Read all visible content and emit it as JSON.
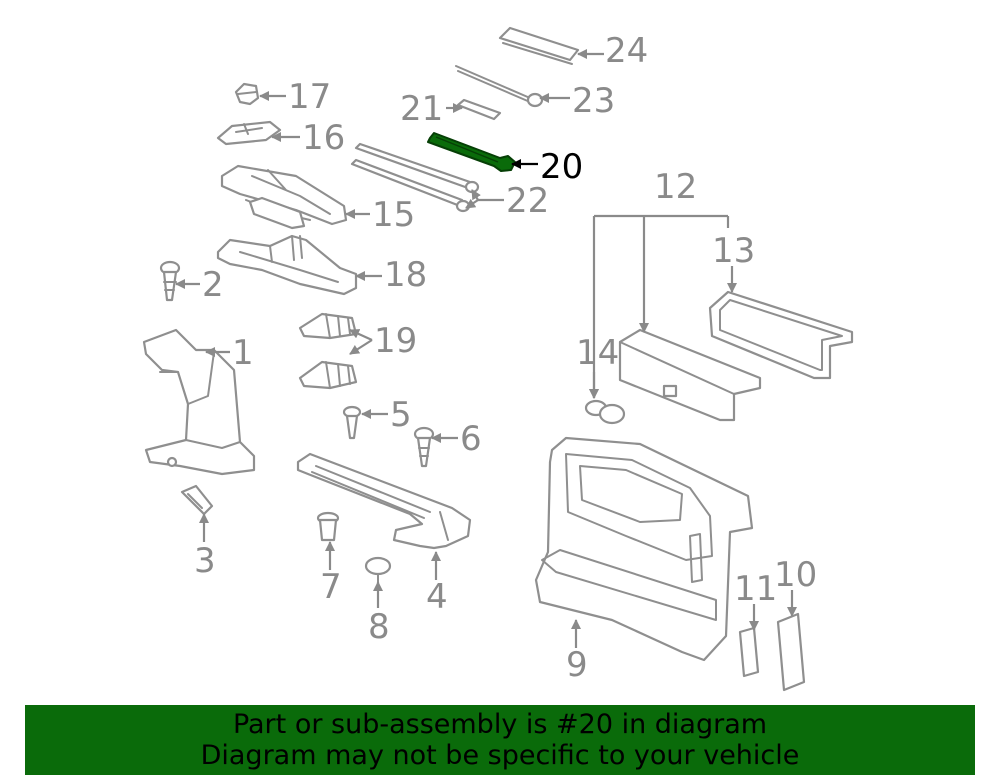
{
  "colors": {
    "part_stroke": "#8f8f8f",
    "callout_text": "#8a8a8a",
    "highlight_fill": "#0a6b0a",
    "highlight_text": "#000000",
    "banner_background": "#0a6b0a",
    "banner_text": "#000000"
  },
  "highlighted_part": "20",
  "callouts": [
    "1",
    "2",
    "3",
    "4",
    "5",
    "6",
    "7",
    "8",
    "9",
    "10",
    "11",
    "12",
    "13",
    "14",
    "15",
    "16",
    "17",
    "18",
    "19",
    "20",
    "21",
    "22",
    "23",
    "24"
  ],
  "banner": {
    "line1": "Part or sub-assembly is #20 in diagram",
    "line2": "Diagram may not be specific to your vehicle"
  }
}
